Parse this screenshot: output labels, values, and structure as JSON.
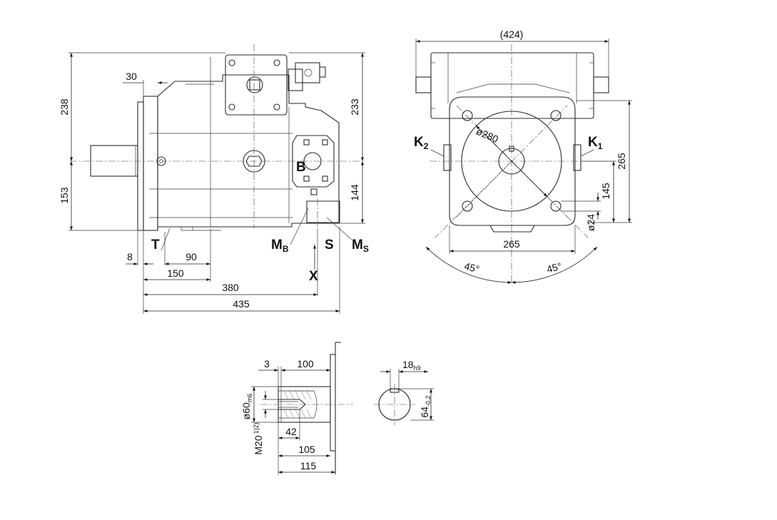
{
  "side_view": {
    "dims": {
      "d238": "238",
      "d30": "30",
      "d153": "153",
      "d233": "233",
      "d144": "144",
      "d8": "8",
      "d90": "90",
      "d150": "150",
      "d380": "380",
      "d435": "435"
    },
    "ports": {
      "T": "T",
      "B": "B",
      "MB_main": "M",
      "MB_sub": "B",
      "S": "S",
      "MS_main": "M",
      "MS_sub": "S",
      "X": "X"
    }
  },
  "front_view": {
    "dims": {
      "d424": "(424)",
      "d280": "ø280",
      "d265h": "265",
      "d265v": "265",
      "d145": "145",
      "d24": "ø24",
      "a45l": "45°",
      "a45r": "45°"
    },
    "ports": {
      "K2_main": "K",
      "K2_sub": "2",
      "K1_main": "K",
      "K1_sub": "1"
    }
  },
  "shaft_view": {
    "dims": {
      "d3": "3",
      "d100": "100",
      "d60_main": "ø60",
      "d60_sub": "m6",
      "d_m20": "M20",
      "d_m20_note": "1)2)",
      "d42": "42",
      "d105": "105",
      "d115": "115",
      "d18_main": "18",
      "d18_sub": "h9",
      "d64_main": "64",
      "d64_sub": "-0,2"
    }
  }
}
